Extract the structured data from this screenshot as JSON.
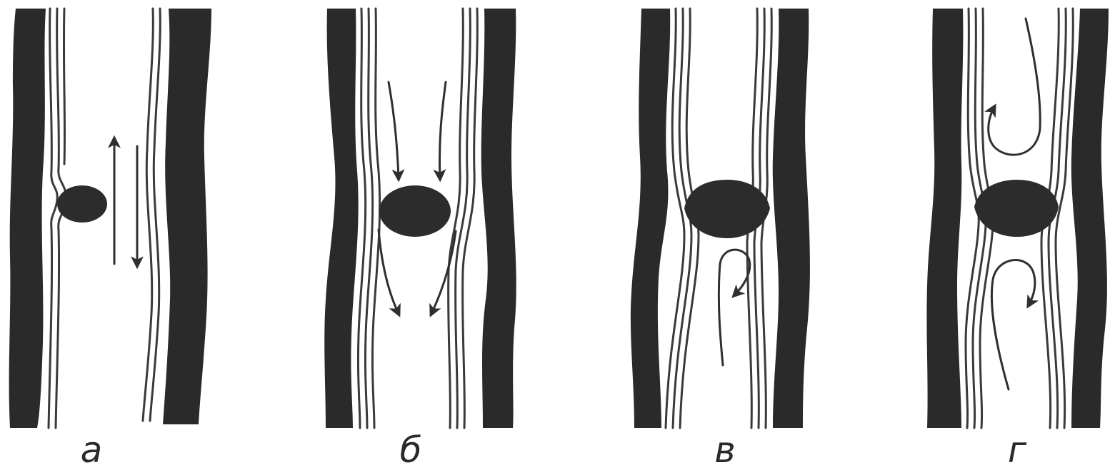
{
  "colors": {
    "wall": "#2a2a2a",
    "clot": "#2c2c2c",
    "arrow": "#2f2f2f",
    "background": "#ffffff"
  },
  "panels": [
    {
      "id": "a",
      "label": "а",
      "icon": "vessel-with-parietal-thrombus-icon",
      "flow": "bidirectional"
    },
    {
      "id": "b",
      "label": "б",
      "icon": "vessel-with-floating-thrombus-icon",
      "flow": "around-clot"
    },
    {
      "id": "c",
      "label": "в",
      "icon": "vessel-with-occluding-thrombus-icon",
      "flow": "reflux-below"
    },
    {
      "id": "d",
      "label": "г",
      "icon": "vessel-with-occluding-thrombus-icon",
      "flow": "reflux-both-sides"
    }
  ]
}
